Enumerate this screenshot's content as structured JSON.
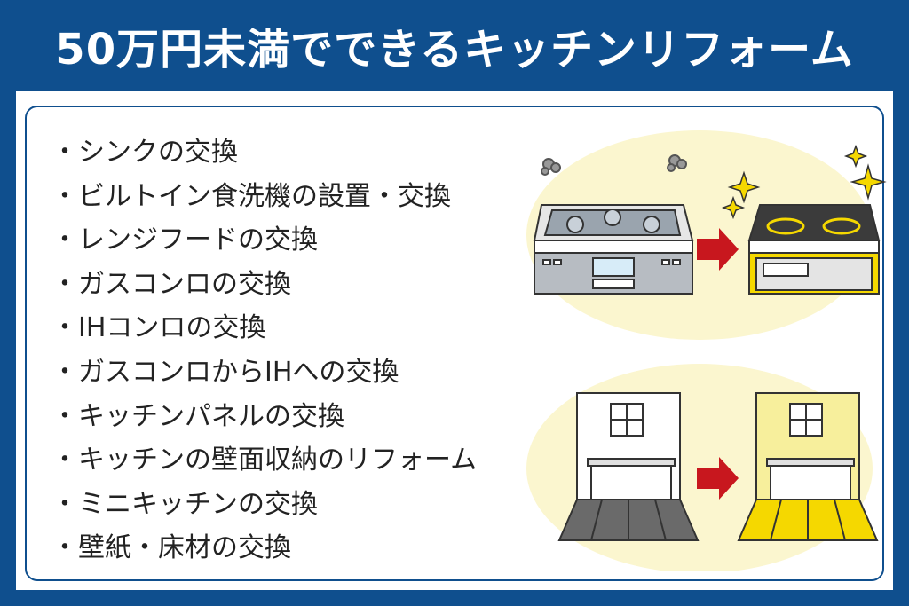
{
  "header": {
    "title": "50万円未満でできるキッチンリフォーム"
  },
  "items": [
    "・シンクの交換",
    "・ビルトイン食洗機の設置・交換",
    "・レンジフードの交換",
    "・ガスコンロの交換",
    "・IHコンロの交換",
    "・ガスコンロからIHへの交換",
    "・キッチンパネルの交換",
    "・キッチンの壁面収納のリフォーム",
    "・ミニキッチンの交換",
    "・壁紙・床材の交換"
  ],
  "colors": {
    "brand_blue": "#0f4f8e",
    "accent_yellow": "#f5d800",
    "arrow_red": "#c8171e",
    "glow": "#fbf6cf"
  },
  "icons": [
    "gas-stove-icon",
    "ih-cooktop-icon",
    "kitchen-room-icon",
    "arrow-right-icon",
    "sparkle-icon",
    "smoke-icon"
  ]
}
